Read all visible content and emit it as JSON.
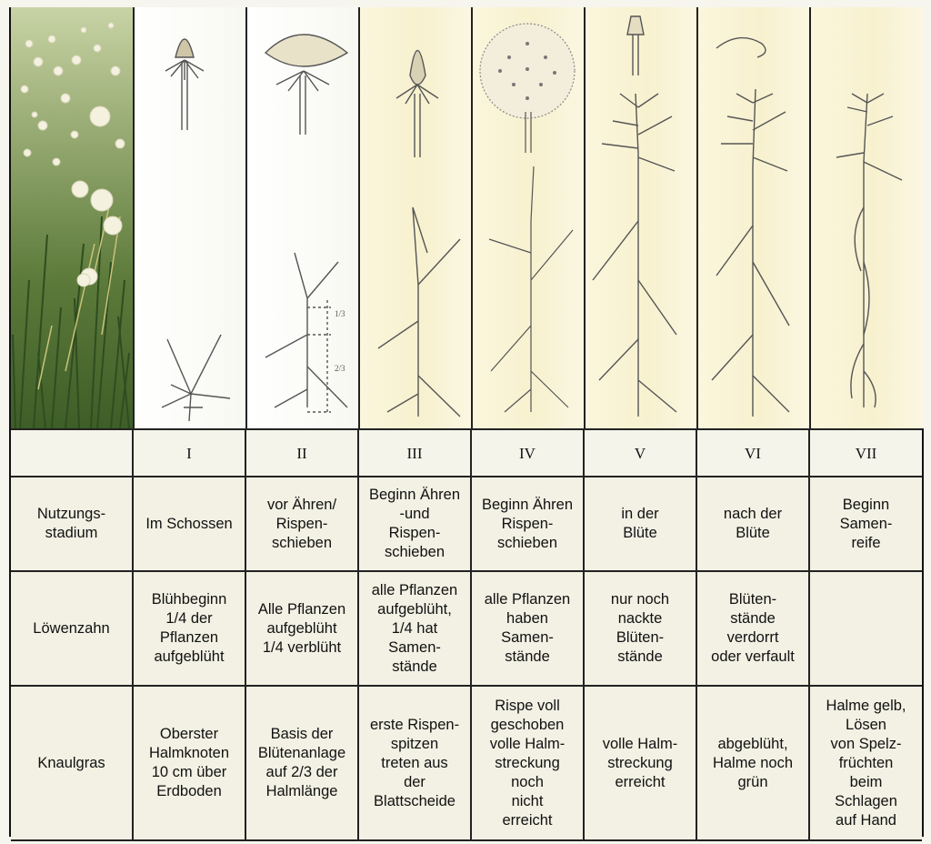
{
  "stages": [
    "I",
    "II",
    "III",
    "IV",
    "V",
    "VI",
    "VII"
  ],
  "rows": [
    {
      "label": "Nutzungs-\nstadium",
      "cells": [
        "Im Schossen",
        "vor Ähren/\nRispen-\nschieben",
        "Beginn Ähren\n-und\nRispen-\nschieben",
        "Beginn Ähren\nRispen-\nschieben",
        "in der\nBlüte",
        "nach der\nBlüte",
        "Beginn\nSamen-\nreife"
      ]
    },
    {
      "label": "Löwenzahn",
      "cells": [
        "Blühbeginn\n1/4 der\nPflanzen\naufgeblüht",
        "Alle Pflanzen\naufgeblüht\n1/4 verblüht",
        "alle Pflanzen\naufgeblüht,\n1/4 hat\nSamen-\nstände",
        "alle Pflanzen\nhaben\nSamen-\nstände",
        "nur noch\nnackte\nBlüten-\nstände",
        "Blüten-\nstände\nverdorrt\noder verfault",
        ""
      ]
    },
    {
      "label": "Knaulgras",
      "cells": [
        "Oberster\nHalmknoten\n10 cm über\nErdboden",
        "Basis der\nBlütenanlage\nauf 2/3 der\nHalmlänge",
        "erste Rispen-\nspitzen\ntreten aus\nder\nBlattscheide",
        "Rispe voll\ngeschoben\nvolle Halm-\nstreckung\nnoch\nnicht\nerreicht",
        "volle Halm-\nstreckung\nerreicht",
        "abgeblüht,\nHalme noch\ngrün",
        "Halme gelb,\nLösen\nvon Spelz-\nfrüchten\nbeim\nSchlagen\nauf Hand"
      ]
    }
  ],
  "stage_ii_fraction_labels": [
    "1/3",
    "2/3"
  ],
  "colors": {
    "panel_cream": "#f7f1cf",
    "table_bg": "#f2f1e4",
    "line": "#222222",
    "ink": "#555555"
  }
}
